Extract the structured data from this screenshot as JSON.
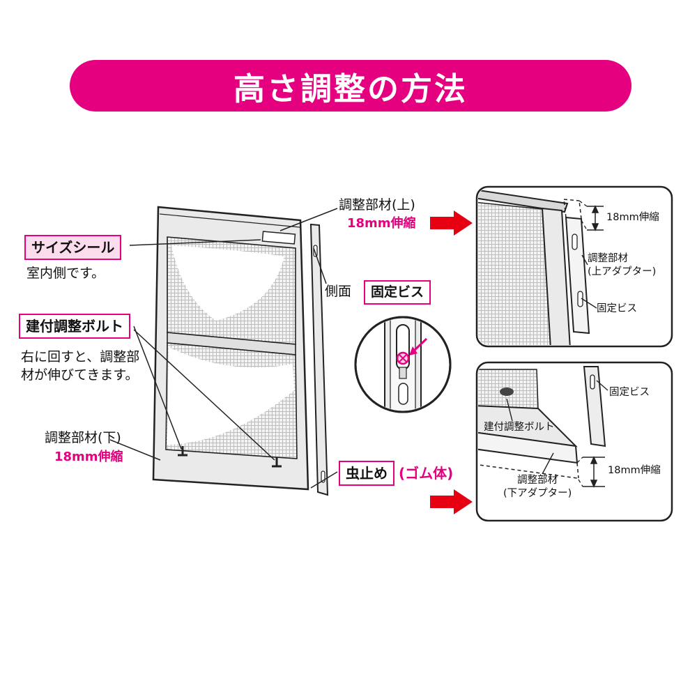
{
  "banner": {
    "title": "高さ調整の方法"
  },
  "colors": {
    "accent": "#e4007f",
    "arrow_red": "#e60012"
  },
  "main": {
    "size_seal_label": "サイズシール",
    "size_seal_note": "室内側です。",
    "adjust_bolt_label": "建付調整ボルト",
    "adjust_bolt_note": "右に回すと、調整部\n材が伸びてきます。",
    "adj_member_bottom": "調整部材(下)",
    "adj_member_bottom_mm": "18mm伸縮",
    "adj_member_top": "調整部材(上)",
    "adj_member_top_mm": "18mm伸縮",
    "side_label": "側面",
    "fixing_screw_label": "固定ビス",
    "bug_stop_label": "虫止め",
    "bug_stop_material": "(ゴム体)"
  },
  "panel_top": {
    "extension_mm": "18mm伸縮",
    "adj_member": "調整部材\n(上アダプター)",
    "fixing_screw": "固定ビス"
  },
  "panel_bottom": {
    "fixing_screw": "固定ビス",
    "adjust_bolt": "建付調整ボルト",
    "adj_member": "調整部材\n(下アダプター)",
    "extension_mm": "18mm伸縮"
  }
}
